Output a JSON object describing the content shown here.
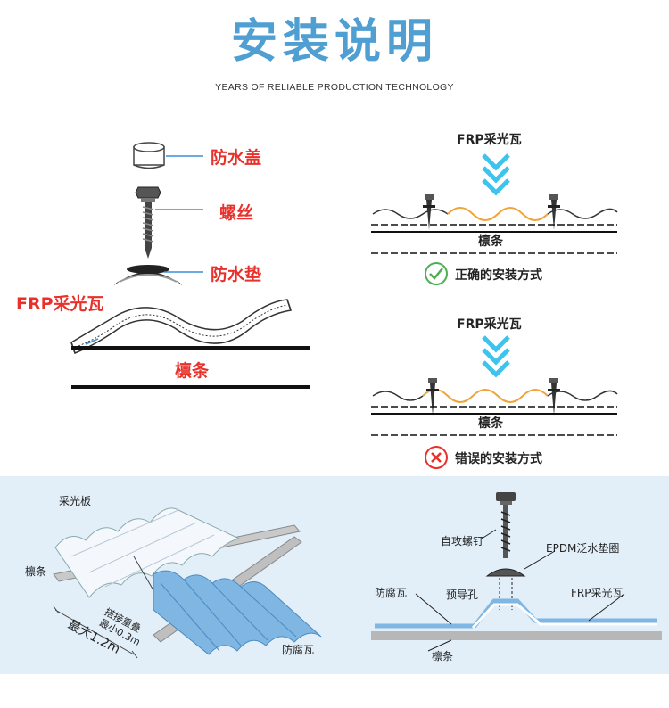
{
  "header": {
    "title": "安装说明",
    "subtitle": "YEARS OF RELIABLE PRODUCTION TECHNOLOGY"
  },
  "left_diagram": {
    "cap_label": "防水盖",
    "screw_label": "螺丝",
    "gasket_label": "防水垫",
    "sheet_label": "FRP采光瓦",
    "purlin_label": "檩条"
  },
  "right_diagrams": {
    "correct": {
      "sheet_label": "FRP采光瓦",
      "purlin_label": "檩条",
      "caption": "正确的安装方式"
    },
    "wrong": {
      "sheet_label": "FRP采光瓦",
      "purlin_label": "檩条",
      "caption": "错误的安装方式"
    }
  },
  "bottom_left": {
    "sheet_label": "采光板",
    "purlin_label": "檩条",
    "overlap_label_line1": "搭接重叠",
    "overlap_label_line2": "最小0.3m",
    "span_label": "最大1.2m",
    "corrosion_tile_label": "防腐瓦"
  },
  "bottom_right": {
    "screw_label": "自攻螺钉",
    "washer_label": "EPDM泛水垫圈",
    "corrosion_tile_label": "防腐瓦",
    "pilot_hole_label": "预导孔",
    "frp_label": "FRP采光瓦",
    "purlin_label": "檩条"
  },
  "colors": {
    "title_blue": "#4f9fd2",
    "label_red": "#e8312b",
    "check_green": "#4caf50",
    "cross_red": "#e8312b",
    "arrow_cyan": "#3cc3ee",
    "panel_bg": "#e2eff9",
    "tile_blue": "#7fb6e2",
    "sheet_orange": "#f2a43a"
  }
}
